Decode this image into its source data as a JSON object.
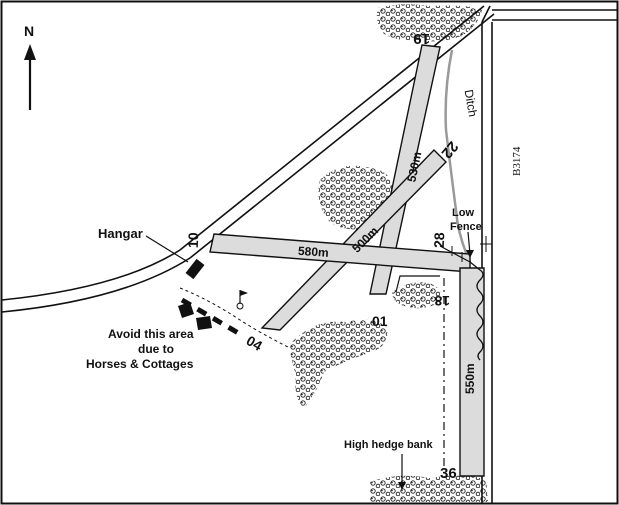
{
  "north": "N",
  "runways": {
    "r19": "19",
    "r22": "22",
    "r10": "10",
    "r28": "28",
    "r04": "04",
    "r01": "01",
    "r18": "18",
    "r36": "36"
  },
  "lengths": {
    "l530": "530m",
    "l500": "500m",
    "l580": "580m",
    "l550": "550m"
  },
  "labels": {
    "ditch": "Ditch",
    "road": "B3174",
    "hangar": "Hangar",
    "low_fence_1": "Low",
    "low_fence_2": "Fence",
    "avoid_1": "Avoid this area",
    "avoid_2": "due to",
    "avoid_3": "Horses & Cottages",
    "hedge": "High hedge bank"
  },
  "colors": {
    "runway_fill": "#dcdcdc",
    "ink": "#111111",
    "ditch": "#9a9a9a"
  }
}
